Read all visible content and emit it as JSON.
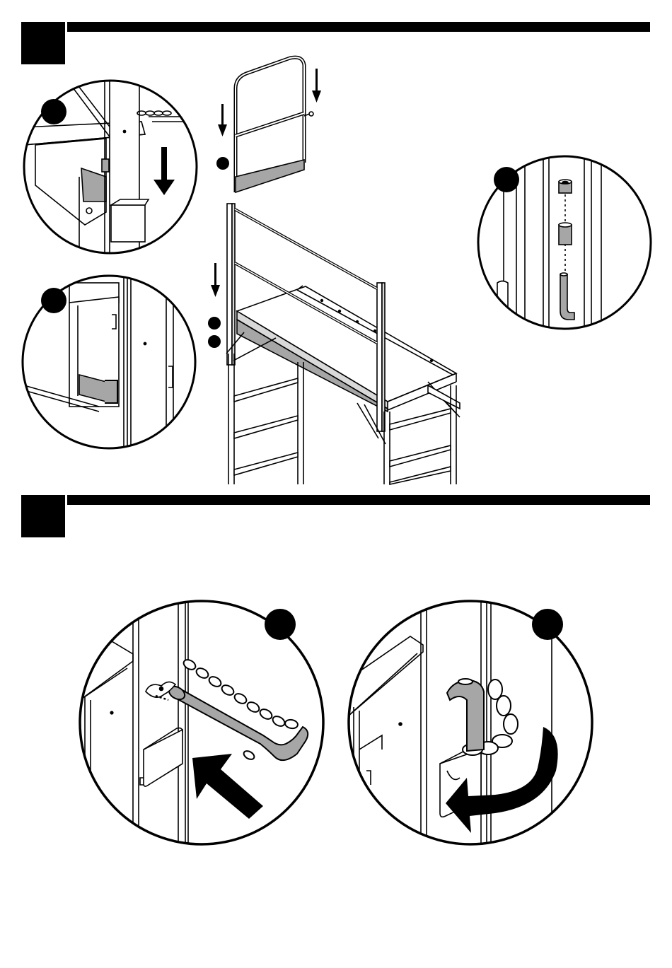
{
  "colors": {
    "ink": "#000000",
    "paper": "#ffffff",
    "part_fill": "#a6a6a6",
    "light_fill": "#d9d9d9"
  },
  "steps": [
    {
      "callouts": [
        "detail-top-left",
        "detail-mid-left",
        "detail-right",
        "main-gate",
        "main-frame-upper",
        "main-frame-lower"
      ],
      "icons": [
        "arrow-down-icon"
      ]
    },
    {
      "callouts": [
        "detail-pin-insert",
        "detail-pin-rotate"
      ],
      "icons": [
        "arrow-up-left-icon",
        "curved-arrow-icon"
      ]
    }
  ]
}
